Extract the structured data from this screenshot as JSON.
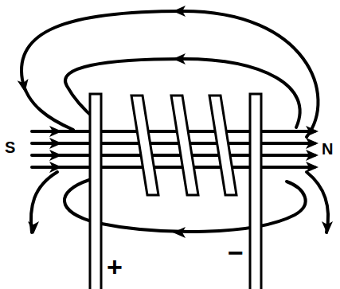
{
  "diagram": {
    "labels": [
      "S",
      "N",
      "+",
      "−"
    ]
  }
}
